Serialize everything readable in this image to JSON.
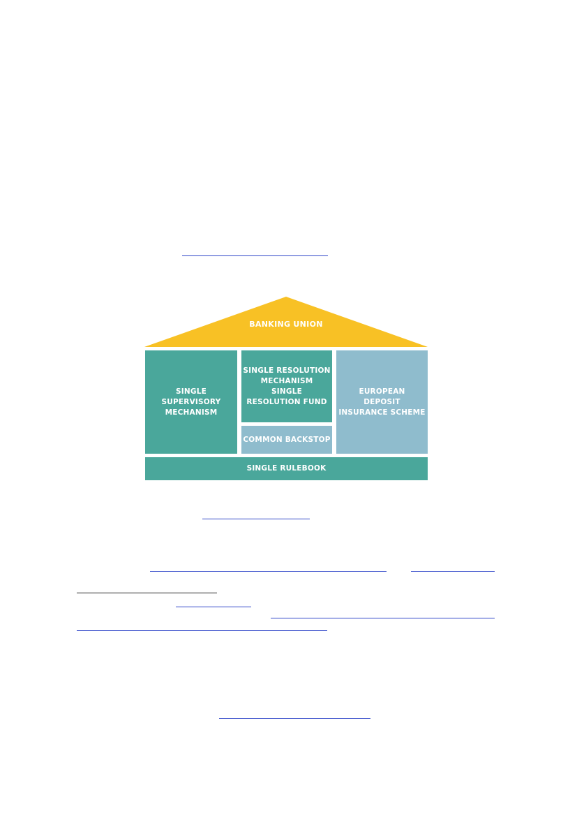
{
  "diagram": {
    "roof_label": "BANKING UNION",
    "left_pillar": "SINGLE\nSUPERVISORY\nMECHANISM",
    "center_top": "SINGLE RESOLUTION\nMECHANISM\nSINGLE\nRESOLUTION FUND",
    "center_bottom": "COMMON BACKSTOP",
    "right_pillar": "EUROPEAN\nDEPOSIT\nINSURANCE SCHEME",
    "foundation": "SINGLE RULEBOOK",
    "colors": {
      "roof": "#f8c125",
      "teal": "#4aa79b",
      "light_blue": "#8fbccd",
      "link": "#2f45c8"
    }
  }
}
